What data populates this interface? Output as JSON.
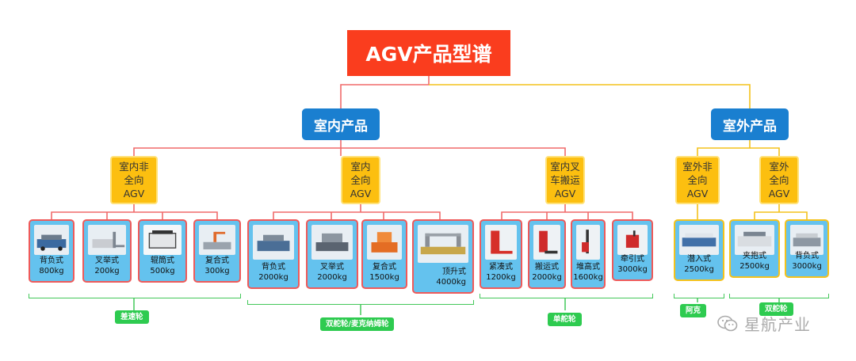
{
  "root": {
    "label": "AGV产品型谱"
  },
  "indoor": {
    "label": "室内产品"
  },
  "outdoor": {
    "label": "室外产品"
  },
  "indoor_nonomni": {
    "label": "室内非\n全向\nAGV"
  },
  "indoor_omni": {
    "label": "室内\n全向\nAGV"
  },
  "indoor_forklift": {
    "label": "室内叉\n车搬运\nAGV"
  },
  "outdoor_nonomni": {
    "label": "室外非\n全向\nAGV"
  },
  "outdoor_omni": {
    "label": "室外\n全向\nAGV"
  },
  "cards": [
    {
      "label": "背负式\n800kg"
    },
    {
      "label": "叉举式\n200kg"
    },
    {
      "label": "辊筒式\n500kg"
    },
    {
      "label": "复合式\n300kg"
    },
    {
      "label": "背负式\n2000kg"
    },
    {
      "label": "叉举式\n2000kg"
    },
    {
      "label": "复合式\n1500kg"
    },
    {
      "label": "顶升式\n4000kg"
    },
    {
      "label": "紧凑式\n1200kg"
    },
    {
      "label": "搬运式\n2000kg"
    },
    {
      "label": "堆高式\n1600kg"
    },
    {
      "label": "牵引式\n3000kg"
    },
    {
      "label": "潜入式\n2500kg"
    },
    {
      "label": "夹抱式\n2500kg"
    },
    {
      "label": "背负式\n3000kg"
    }
  ],
  "tags": {
    "diff": "差速轮",
    "dual_mecanum": "双舵轮/麦克纳姆轮",
    "single": "单舵轮",
    "ackermann": "阿克",
    "dual": "双舵轮"
  },
  "watermark": {
    "text": "星航产业"
  }
}
